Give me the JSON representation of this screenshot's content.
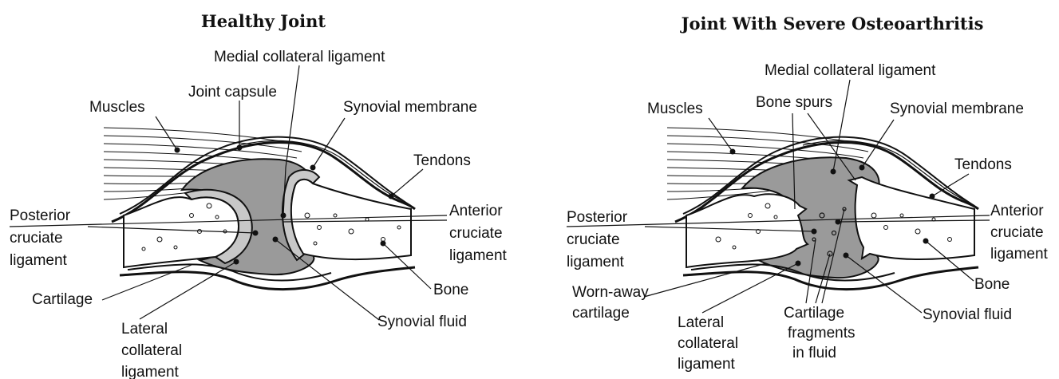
{
  "healthy": {
    "title": "Healthy Joint",
    "labels": {
      "medial_collateral_ligament": "Medial collateral ligament",
      "joint_capsule": "Joint capsule",
      "muscles": "Muscles",
      "synovial_membrane": "Synovial membrane",
      "tendons": "Tendons",
      "posterior_cruciate_ligament": [
        "Posterior",
        "cruciate",
        "ligament"
      ],
      "anterior_cruciate_ligament": [
        "Anterior",
        "cruciate",
        "ligament"
      ],
      "cartilage": "Cartilage",
      "bone": "Bone",
      "synovial_fluid": "Synovial fluid",
      "lateral_collateral_ligament": [
        "Lateral",
        "collateral",
        "ligament"
      ]
    }
  },
  "osteoarthritis": {
    "title": "Joint With Severe Osteoarthritis",
    "labels": {
      "medial_collateral_ligament": "Medial collateral ligament",
      "muscles": "Muscles",
      "bone_spurs": "Bone spurs",
      "synovial_membrane": "Synovial membrane",
      "tendons": "Tendons",
      "posterior_cruciate_ligament": [
        "Posterior",
        "cruciate",
        "ligament"
      ],
      "anterior_cruciate_ligament": [
        "Anterior",
        "cruciate",
        "ligament"
      ],
      "worn_away_cartilage": [
        "Worn-away",
        "cartilage"
      ],
      "bone": "Bone",
      "lateral_collateral_ligament": [
        "Lateral",
        "collateral",
        "ligament"
      ],
      "cartilage_fragments_in_fluid": [
        "Cartilage",
        "fragments",
        "in fluid"
      ],
      "synovial_fluid": "Synovial fluid"
    }
  },
  "colors": {
    "ink": "#111111",
    "tissue_gray": "#9a9a9a",
    "cartilage_gray": "#c8c8c8",
    "background": "#ffffff"
  }
}
